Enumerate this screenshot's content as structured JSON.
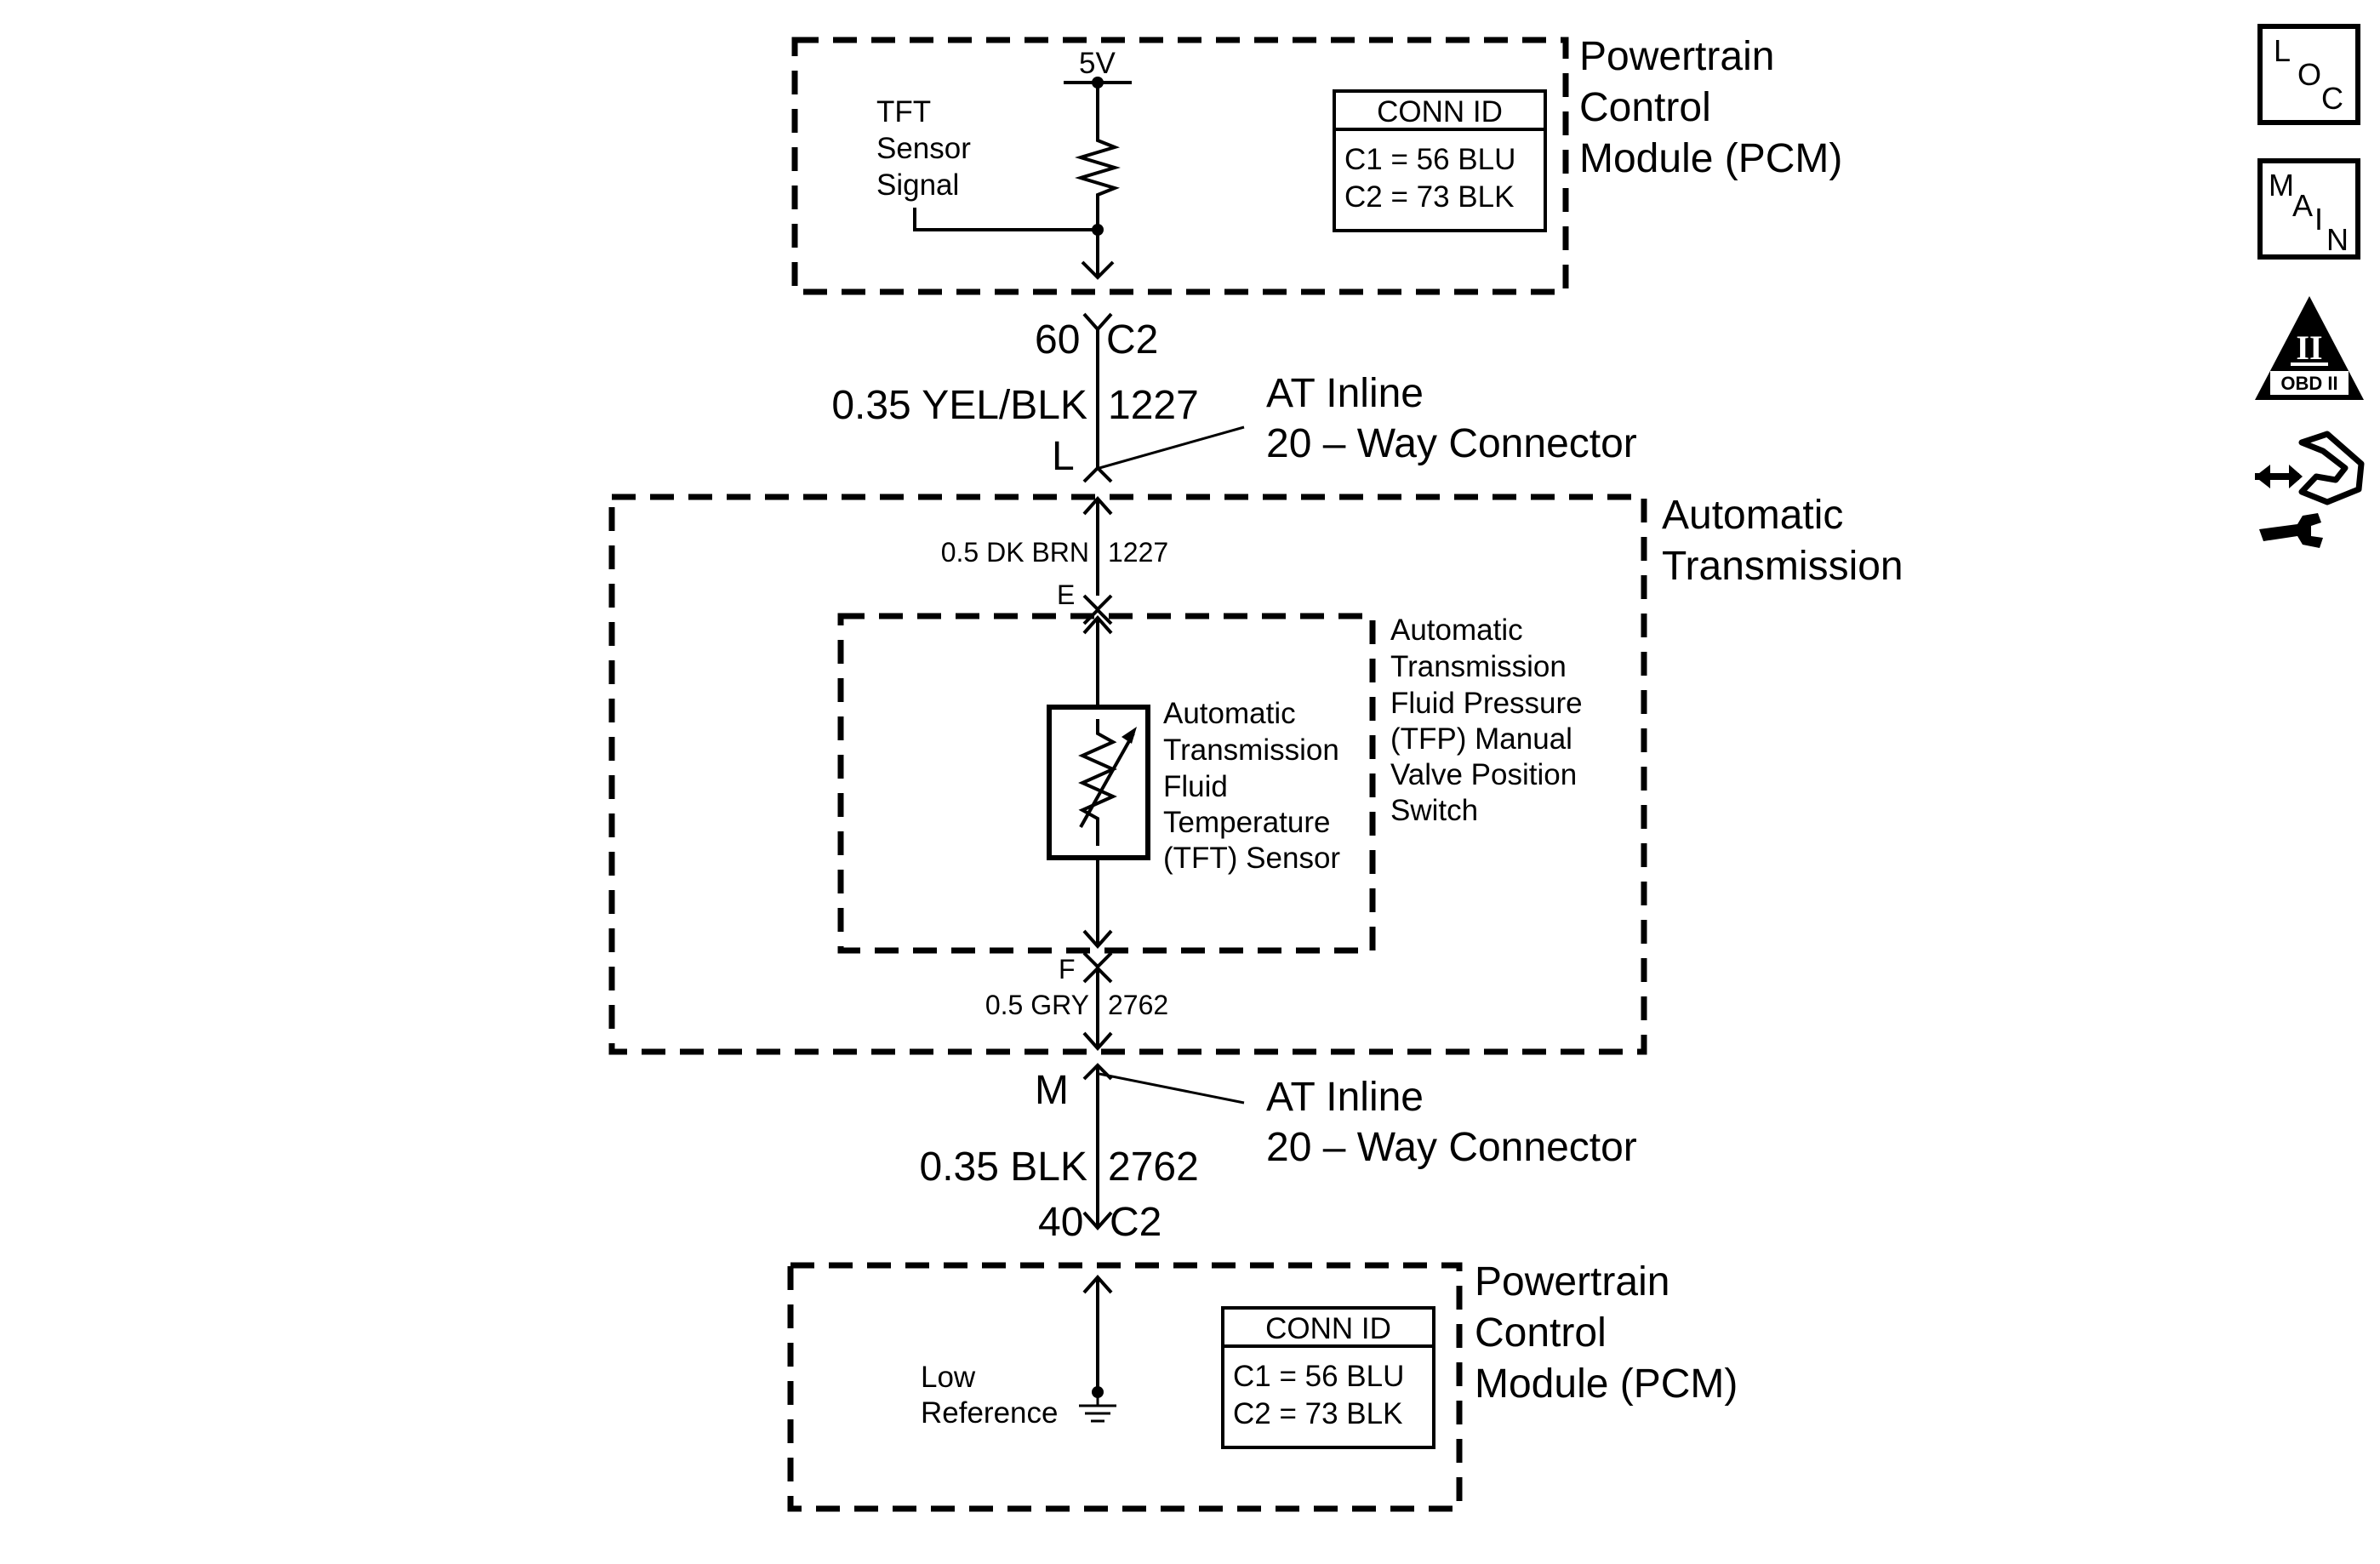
{
  "pcm_top": {
    "label_line1": "Powertrain",
    "label_line2": "Control",
    "label_line3": "Module (PCM)",
    "voltage": "5V",
    "signal_line1": "TFT",
    "signal_line2": "Sensor",
    "signal_line3": "Signal",
    "conn_id_title": "CONN ID",
    "conn_id_c1": "C1 = 56 BLU",
    "conn_id_c2": "C2 = 73 BLK"
  },
  "wire_upper": {
    "pin": "60",
    "connector": "C2",
    "spec": "0.35 YEL/BLK",
    "circuit": "1227",
    "inline_pin": "L"
  },
  "inline_connector_upper": {
    "line1": "AT Inline",
    "line2": "20 – Way Connector"
  },
  "transmission": {
    "label_line1": "Automatic",
    "label_line2": "Transmission",
    "wire_in_spec": "0.5 DK BRN",
    "wire_in_circuit": "1227",
    "pin_in": "E",
    "pin_out": "F",
    "wire_out_spec": "0.5 GRY",
    "wire_out_circuit": "2762"
  },
  "tfp_switch": {
    "line1": "Automatic",
    "line2": "Transmission",
    "line3": "Fluid Pressure",
    "line4": "(TFP) Manual",
    "line5": "Valve Position",
    "line6": "Switch"
  },
  "tft_sensor": {
    "line1": "Automatic",
    "line2": "Transmission",
    "line3": "Fluid",
    "line4": "Temperature",
    "line5": "(TFT) Sensor"
  },
  "wire_lower": {
    "inline_pin": "M",
    "spec": "0.35 BLK",
    "circuit": "2762",
    "pin": "40",
    "connector": "C2"
  },
  "inline_connector_lower": {
    "line1": "AT Inline",
    "line2": "20 – Way Connector"
  },
  "pcm_bottom": {
    "label_line1": "Powertrain",
    "label_line2": "Control",
    "label_line3": "Module (PCM)",
    "ref_line1": "Low",
    "ref_line2": "Reference",
    "conn_id_title": "CONN ID",
    "conn_id_c1": "C1 = 56 BLU",
    "conn_id_c2": "C2 = 73 BLK"
  },
  "side_icons": {
    "loc": {
      "l": "L",
      "o": "O",
      "c": "C"
    },
    "main": {
      "m": "M",
      "a": "A",
      "i": "I",
      "n": "N"
    },
    "obd": {
      "roman": "II",
      "label": "OBD II"
    },
    "icon_names": [
      "loc-icon",
      "main-icon",
      "obd-ii-icon",
      "diagnostic-tool-icon"
    ]
  }
}
